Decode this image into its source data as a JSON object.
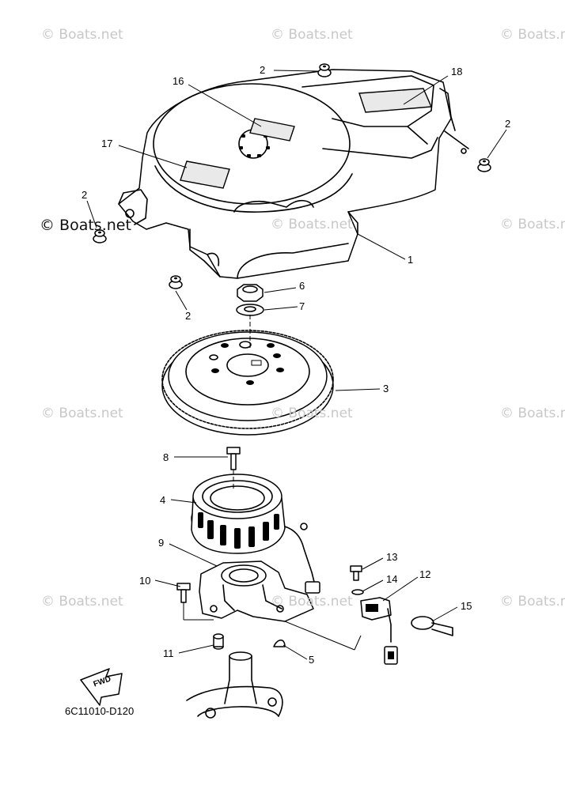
{
  "watermark": "© Boats.net",
  "watermark_emphasis": "© Boats.net",
  "diagram_code": "6C11010-D120",
  "fwd_label": "FWD",
  "callouts": [
    {
      "id": "c2a",
      "label": "2"
    },
    {
      "id": "c18",
      "label": "18"
    },
    {
      "id": "c16",
      "label": "16"
    },
    {
      "id": "c2b",
      "label": "2"
    },
    {
      "id": "c17",
      "label": "17"
    },
    {
      "id": "c2c",
      "label": "2"
    },
    {
      "id": "c1",
      "label": "1"
    },
    {
      "id": "c6",
      "label": "6"
    },
    {
      "id": "c7",
      "label": "7"
    },
    {
      "id": "c2d",
      "label": "2"
    },
    {
      "id": "c3",
      "label": "3"
    },
    {
      "id": "c8",
      "label": "8"
    },
    {
      "id": "c4",
      "label": "4"
    },
    {
      "id": "c9",
      "label": "9"
    },
    {
      "id": "c13",
      "label": "13"
    },
    {
      "id": "c14",
      "label": "14"
    },
    {
      "id": "c12",
      "label": "12"
    },
    {
      "id": "c10",
      "label": "10"
    },
    {
      "id": "c15",
      "label": "15"
    },
    {
      "id": "c11",
      "label": "11"
    },
    {
      "id": "c5",
      "label": "5"
    }
  ]
}
